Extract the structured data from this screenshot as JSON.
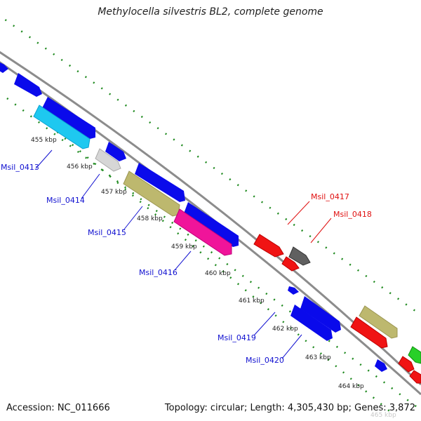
{
  "title": "Methylocella silvestris BL2, complete genome",
  "accession_text": "Accession: NC_011666",
  "summary_text": "Topology: circular; Length: 4,305,430 bp; Genes: 3,872",
  "colors": {
    "backbone": "#888888",
    "tick": "#1f8a1f",
    "forward_label": "#1010d0",
    "reverse_label": "#e01010"
  },
  "kbp_ticks": [
    "455 kbp",
    "456 kbp",
    "457 kbp",
    "458 kbp",
    "459 kbp",
    "460 kbp",
    "461 kbp",
    "462 kbp",
    "463 kbp",
    "464 kbp",
    "465 kbp"
  ],
  "gene_labels": [
    "Msil_0413",
    "Msil_0414",
    "Msil_0415",
    "Msil_0416",
    "Msil_0417",
    "Msil_0418",
    "Msil_0419",
    "Msil_0420"
  ],
  "feature_colors": [
    "blue",
    "cyan",
    "light-gray",
    "khaki",
    "magenta",
    "red",
    "dark-gray",
    "green"
  ]
}
